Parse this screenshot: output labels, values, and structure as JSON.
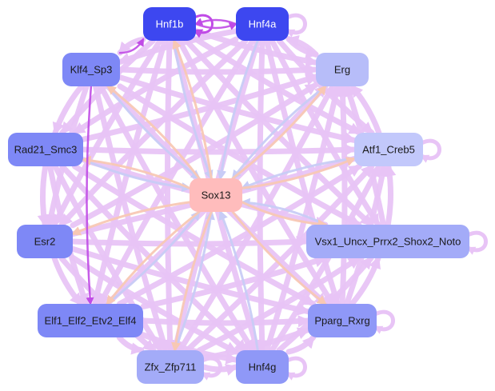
{
  "diagram": {
    "type": "network",
    "colors": {
      "edge_main": "#e8c4f6",
      "edge_strong": "#c04be6",
      "edge_orange": "#f8c8b4",
      "edge_blue": "#c8ccf6",
      "node_dark": "#3d47f0",
      "node_medium": "#7e88f6",
      "node_light": "#a3abf8",
      "node_lighter": "#b7bdf9",
      "node_pale": "#c2c8fb",
      "node_center": "#ffbcbc",
      "label_light": "#ffffff",
      "label_dark": "#1a1a1a"
    },
    "nodes": [
      {
        "id": "hnf1b",
        "label": "Hnf1b",
        "fill": "#3d47f0",
        "text": "#ffffff",
        "self_loop": true
      },
      {
        "id": "hnf4a",
        "label": "Hnf4a",
        "fill": "#3d47f0",
        "text": "#ffffff",
        "self_loop": true
      },
      {
        "id": "klf4",
        "label": "Klf4_Sp3",
        "fill": "#7e88f6",
        "text": "#1a1a1a",
        "self_loop": false
      },
      {
        "id": "erg",
        "label": "Erg",
        "fill": "#b7bdf9",
        "text": "#1a1a1a",
        "self_loop": false
      },
      {
        "id": "rad21",
        "label": "Rad21_Smc3",
        "fill": "#7e88f6",
        "text": "#1a1a1a",
        "self_loop": false
      },
      {
        "id": "atf1",
        "label": "Atf1_Creb5",
        "fill": "#c2c8fb",
        "text": "#1a1a1a",
        "self_loop": true
      },
      {
        "id": "sox13",
        "label": "Sox13",
        "fill": "#ffbcbc",
        "text": "#1a1a1a",
        "self_loop": false
      },
      {
        "id": "esr2",
        "label": "Esr2",
        "fill": "#7e88f6",
        "text": "#1a1a1a",
        "self_loop": false
      },
      {
        "id": "vsx1",
        "label": "Vsx1_Uncx_Prrx2_Shox2_Noto",
        "fill": "#a3abf8",
        "text": "#1a1a1a",
        "self_loop": true
      },
      {
        "id": "elf1",
        "label": "Elf1_Elf2_Etv2_Elf4",
        "fill": "#7e88f6",
        "text": "#1a1a1a",
        "self_loop": false
      },
      {
        "id": "pparg",
        "label": "Pparg_Rxrg",
        "fill": "#8f98f7",
        "text": "#1a1a1a",
        "self_loop": true
      },
      {
        "id": "zfx",
        "label": "Zfx_Zfp711",
        "fill": "#a3abf8",
        "text": "#1a1a1a",
        "self_loop": true
      },
      {
        "id": "hnf4g",
        "label": "Hnf4g",
        "fill": "#8f98f7",
        "text": "#1a1a1a",
        "self_loop": true
      }
    ],
    "edges": [
      {
        "from": "hnf1b",
        "to": "hnf4a",
        "kind": "strong"
      },
      {
        "from": "hnf4a",
        "to": "hnf1b",
        "kind": "strong"
      },
      {
        "from": "hnf1b",
        "to": "erg",
        "kind": "main"
      },
      {
        "from": "hnf1b",
        "to": "atf1",
        "kind": "main"
      },
      {
        "from": "hnf1b",
        "to": "vsx1",
        "kind": "main"
      },
      {
        "from": "hnf1b",
        "to": "pparg",
        "kind": "main"
      },
      {
        "from": "hnf1b",
        "to": "hnf4g",
        "kind": "main"
      },
      {
        "from": "hnf1b",
        "to": "zfx",
        "kind": "main"
      },
      {
        "from": "hnf1b",
        "to": "elf1",
        "kind": "main"
      },
      {
        "from": "hnf1b",
        "to": "esr2",
        "kind": "main"
      },
      {
        "from": "hnf1b",
        "to": "rad21",
        "kind": "main"
      },
      {
        "from": "hnf1b",
        "to": "klf4",
        "kind": "main"
      },
      {
        "from": "hnf4a",
        "to": "erg",
        "kind": "main"
      },
      {
        "from": "hnf4a",
        "to": "atf1",
        "kind": "main"
      },
      {
        "from": "hnf4a",
        "to": "vsx1",
        "kind": "main"
      },
      {
        "from": "hnf4a",
        "to": "pparg",
        "kind": "main"
      },
      {
        "from": "hnf4a",
        "to": "hnf4g",
        "kind": "main"
      },
      {
        "from": "hnf4a",
        "to": "zfx",
        "kind": "main"
      },
      {
        "from": "hnf4a",
        "to": "elf1",
        "kind": "main"
      },
      {
        "from": "hnf4a",
        "to": "esr2",
        "kind": "main"
      },
      {
        "from": "hnf4a",
        "to": "rad21",
        "kind": "main"
      },
      {
        "from": "hnf4a",
        "to": "klf4",
        "kind": "main"
      },
      {
        "from": "klf4",
        "to": "erg",
        "kind": "main"
      },
      {
        "from": "klf4",
        "to": "atf1",
        "kind": "main"
      },
      {
        "from": "klf4",
        "to": "vsx1",
        "kind": "main"
      },
      {
        "from": "klf4",
        "to": "pparg",
        "kind": "main"
      },
      {
        "from": "klf4",
        "to": "hnf4g",
        "kind": "main"
      },
      {
        "from": "klf4",
        "to": "zfx",
        "kind": "main"
      },
      {
        "from": "klf4",
        "to": "elf1",
        "kind": "strong"
      },
      {
        "from": "klf4",
        "to": "esr2",
        "kind": "main"
      },
      {
        "from": "klf4",
        "to": "rad21",
        "kind": "main"
      },
      {
        "from": "klf4",
        "to": "hnf1b",
        "kind": "strong"
      },
      {
        "from": "rad21",
        "to": "erg",
        "kind": "main"
      },
      {
        "from": "rad21",
        "to": "atf1",
        "kind": "main"
      },
      {
        "from": "rad21",
        "to": "vsx1",
        "kind": "main"
      },
      {
        "from": "rad21",
        "to": "pparg",
        "kind": "main"
      },
      {
        "from": "rad21",
        "to": "hnf4g",
        "kind": "main"
      },
      {
        "from": "rad21",
        "to": "zfx",
        "kind": "main"
      },
      {
        "from": "rad21",
        "to": "elf1",
        "kind": "main"
      },
      {
        "from": "rad21",
        "to": "esr2",
        "kind": "main"
      },
      {
        "from": "esr2",
        "to": "erg",
        "kind": "main"
      },
      {
        "from": "esr2",
        "to": "atf1",
        "kind": "main"
      },
      {
        "from": "esr2",
        "to": "vsx1",
        "kind": "main"
      },
      {
        "from": "esr2",
        "to": "pparg",
        "kind": "main"
      },
      {
        "from": "esr2",
        "to": "hnf4g",
        "kind": "main"
      },
      {
        "from": "esr2",
        "to": "zfx",
        "kind": "main"
      },
      {
        "from": "esr2",
        "to": "elf1",
        "kind": "main"
      },
      {
        "from": "elf1",
        "to": "erg",
        "kind": "main"
      },
      {
        "from": "elf1",
        "to": "atf1",
        "kind": "main"
      },
      {
        "from": "elf1",
        "to": "vsx1",
        "kind": "main"
      },
      {
        "from": "elf1",
        "to": "pparg",
        "kind": "main"
      },
      {
        "from": "elf1",
        "to": "hnf4g",
        "kind": "main"
      },
      {
        "from": "elf1",
        "to": "zfx",
        "kind": "main"
      },
      {
        "from": "zfx",
        "to": "erg",
        "kind": "main"
      },
      {
        "from": "zfx",
        "to": "atf1",
        "kind": "main"
      },
      {
        "from": "zfx",
        "to": "vsx1",
        "kind": "main"
      },
      {
        "from": "zfx",
        "to": "pparg",
        "kind": "main"
      },
      {
        "from": "zfx",
        "to": "hnf4g",
        "kind": "main"
      },
      {
        "from": "hnf4g",
        "to": "erg",
        "kind": "main"
      },
      {
        "from": "hnf4g",
        "to": "atf1",
        "kind": "main"
      },
      {
        "from": "hnf4g",
        "to": "vsx1",
        "kind": "main"
      },
      {
        "from": "hnf4g",
        "to": "pparg",
        "kind": "main"
      },
      {
        "from": "pparg",
        "to": "erg",
        "kind": "main"
      },
      {
        "from": "pparg",
        "to": "atf1",
        "kind": "main"
      },
      {
        "from": "pparg",
        "to": "vsx1",
        "kind": "main"
      },
      {
        "from": "vsx1",
        "to": "erg",
        "kind": "main"
      },
      {
        "from": "vsx1",
        "to": "atf1",
        "kind": "main"
      },
      {
        "from": "atf1",
        "to": "erg",
        "kind": "main"
      },
      {
        "from": "erg",
        "to": "hnf4a",
        "kind": "main"
      },
      {
        "from": "sox13",
        "to": "hnf1b",
        "kind": "orange"
      },
      {
        "from": "sox13",
        "to": "klf4",
        "kind": "orange"
      },
      {
        "from": "sox13",
        "to": "rad21",
        "kind": "orange"
      },
      {
        "from": "sox13",
        "to": "esr2",
        "kind": "orange"
      },
      {
        "from": "sox13",
        "to": "elf1",
        "kind": "orange"
      },
      {
        "from": "sox13",
        "to": "zfx",
        "kind": "orange"
      },
      {
        "from": "sox13",
        "to": "pparg",
        "kind": "orange"
      },
      {
        "from": "sox13",
        "to": "vsx1",
        "kind": "orange"
      },
      {
        "from": "sox13",
        "to": "atf1",
        "kind": "orange"
      },
      {
        "from": "sox13",
        "to": "erg",
        "kind": "orange"
      },
      {
        "from": "hnf4a",
        "to": "sox13",
        "kind": "blue"
      },
      {
        "from": "hnf1b",
        "to": "sox13",
        "kind": "blue"
      },
      {
        "from": "klf4",
        "to": "sox13",
        "kind": "blue"
      },
      {
        "from": "erg",
        "to": "sox13",
        "kind": "blue"
      },
      {
        "from": "hnf4g",
        "to": "sox13",
        "kind": "blue"
      },
      {
        "from": "zfx",
        "to": "sox13",
        "kind": "blue"
      },
      {
        "from": "elf1",
        "to": "sox13",
        "kind": "blue"
      },
      {
        "from": "vsx1",
        "to": "sox13",
        "kind": "blue"
      },
      {
        "from": "atf1",
        "to": "sox13",
        "kind": "blue"
      },
      {
        "from": "rad21",
        "to": "sox13",
        "kind": "blue"
      }
    ]
  }
}
